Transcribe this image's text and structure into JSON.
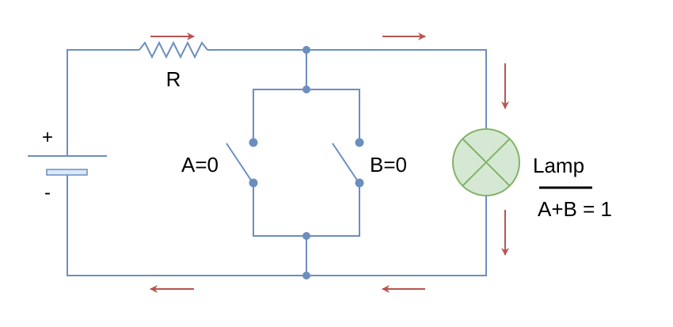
{
  "diagram": {
    "battery": {
      "plus_label": "+",
      "minus_label": "-"
    },
    "resistor": {
      "label": "R"
    },
    "switch_a": {
      "label": "A=0"
    },
    "switch_b": {
      "label": "B=0"
    },
    "lamp": {
      "label": "Lamp",
      "expression": "A+B = 1",
      "expression_overlined": "A+B"
    },
    "colors": {
      "wire": "#6c8ebf",
      "current_arrow": "#b85450",
      "lamp_fill": "#d5e8d4",
      "lamp_stroke": "#82b366",
      "battery_plate_fill": "#dae8fc"
    }
  }
}
